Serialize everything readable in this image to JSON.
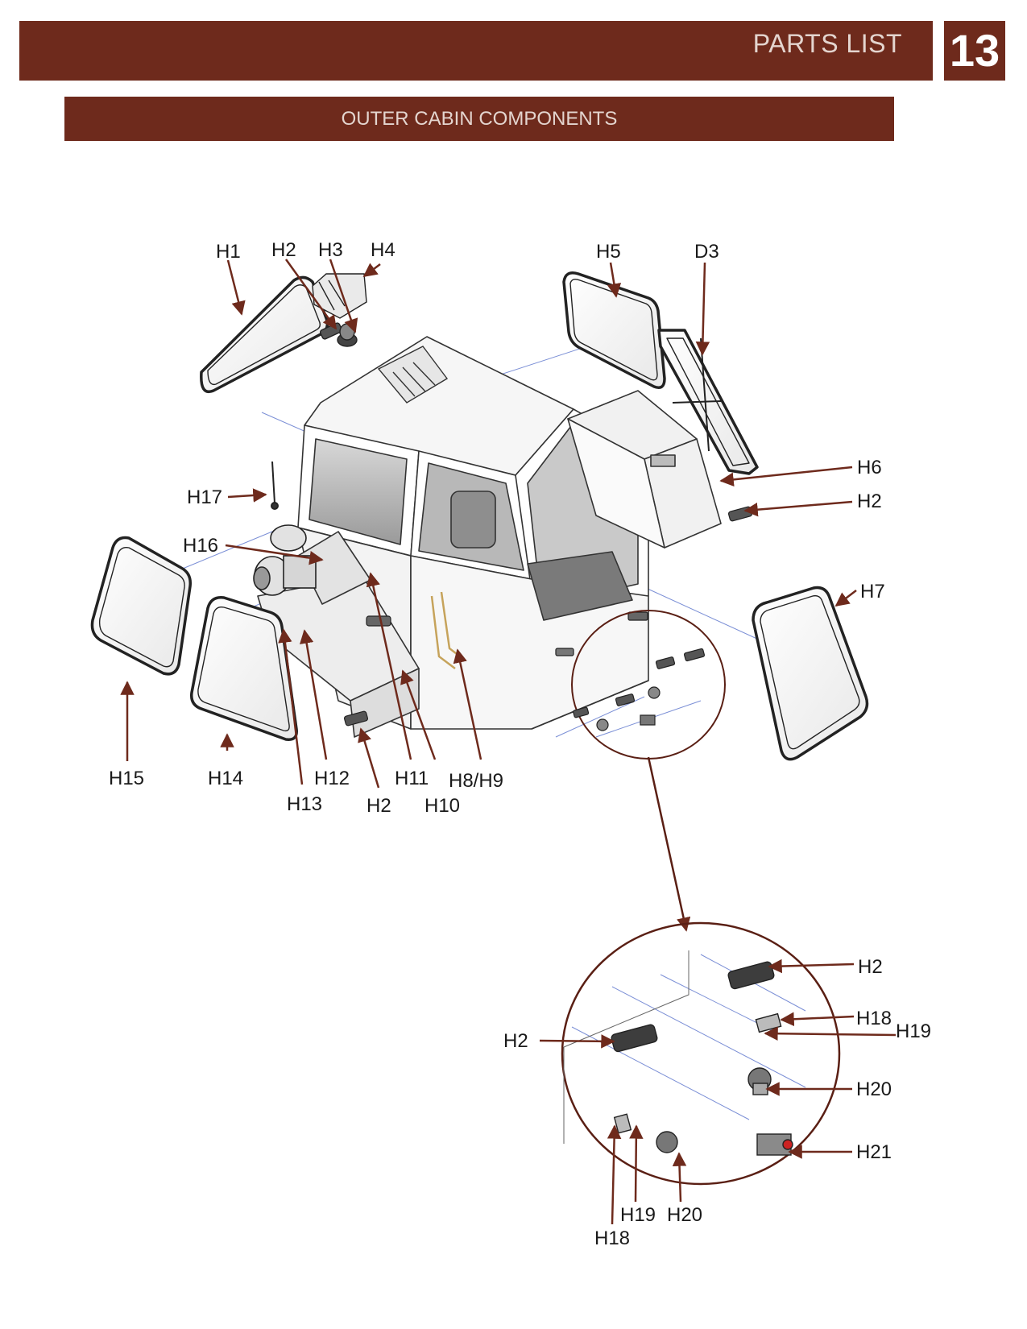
{
  "header": {
    "title": "PARTS LIST",
    "page_number": "13"
  },
  "section": {
    "title": "OUTER CABIN COMPONENTS"
  },
  "colors": {
    "brand": "#6e2a1c",
    "header_text": "#e4d5cf",
    "leader": "#6e2a1c"
  },
  "labels": {
    "h1": "H1",
    "h2_top": "H2",
    "h3": "H3",
    "h4": "H4",
    "h5": "H5",
    "d3": "D3",
    "h6": "H6",
    "h2_right": "H2",
    "h17": "H17",
    "h16": "H16",
    "h7": "H7",
    "h15": "H15",
    "h14": "H14",
    "h12": "H12",
    "h13": "H13",
    "h2_bottom": "H2",
    "h11": "H11",
    "h8h9": "H8/H9",
    "h10": "H10",
    "detail_h2_a": "H2",
    "detail_h18_a": "H18",
    "detail_h19_a": "H19",
    "detail_h2_b": "H2",
    "detail_h20_a": "H20",
    "detail_h21": "H21",
    "detail_h19_b": "H19",
    "detail_h20_b": "H20",
    "detail_h18_b": "H18"
  }
}
